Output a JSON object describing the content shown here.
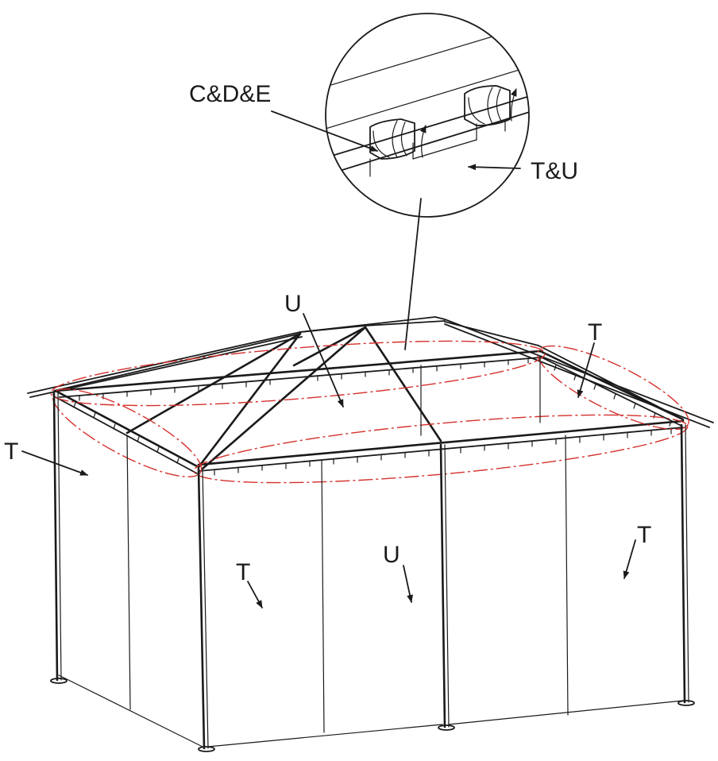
{
  "labels": {
    "clip_parts": "C&D&E",
    "curtain_detail": "T&U",
    "roof_curtain_u": "U",
    "right_top_t": "T",
    "left_t": "T",
    "front_left_t": "T",
    "front_mid_u": "U",
    "right_t": "T"
  },
  "colors": {
    "line": "#1a1a1a",
    "highlight": "#d4302b",
    "background": "#ffffff"
  }
}
